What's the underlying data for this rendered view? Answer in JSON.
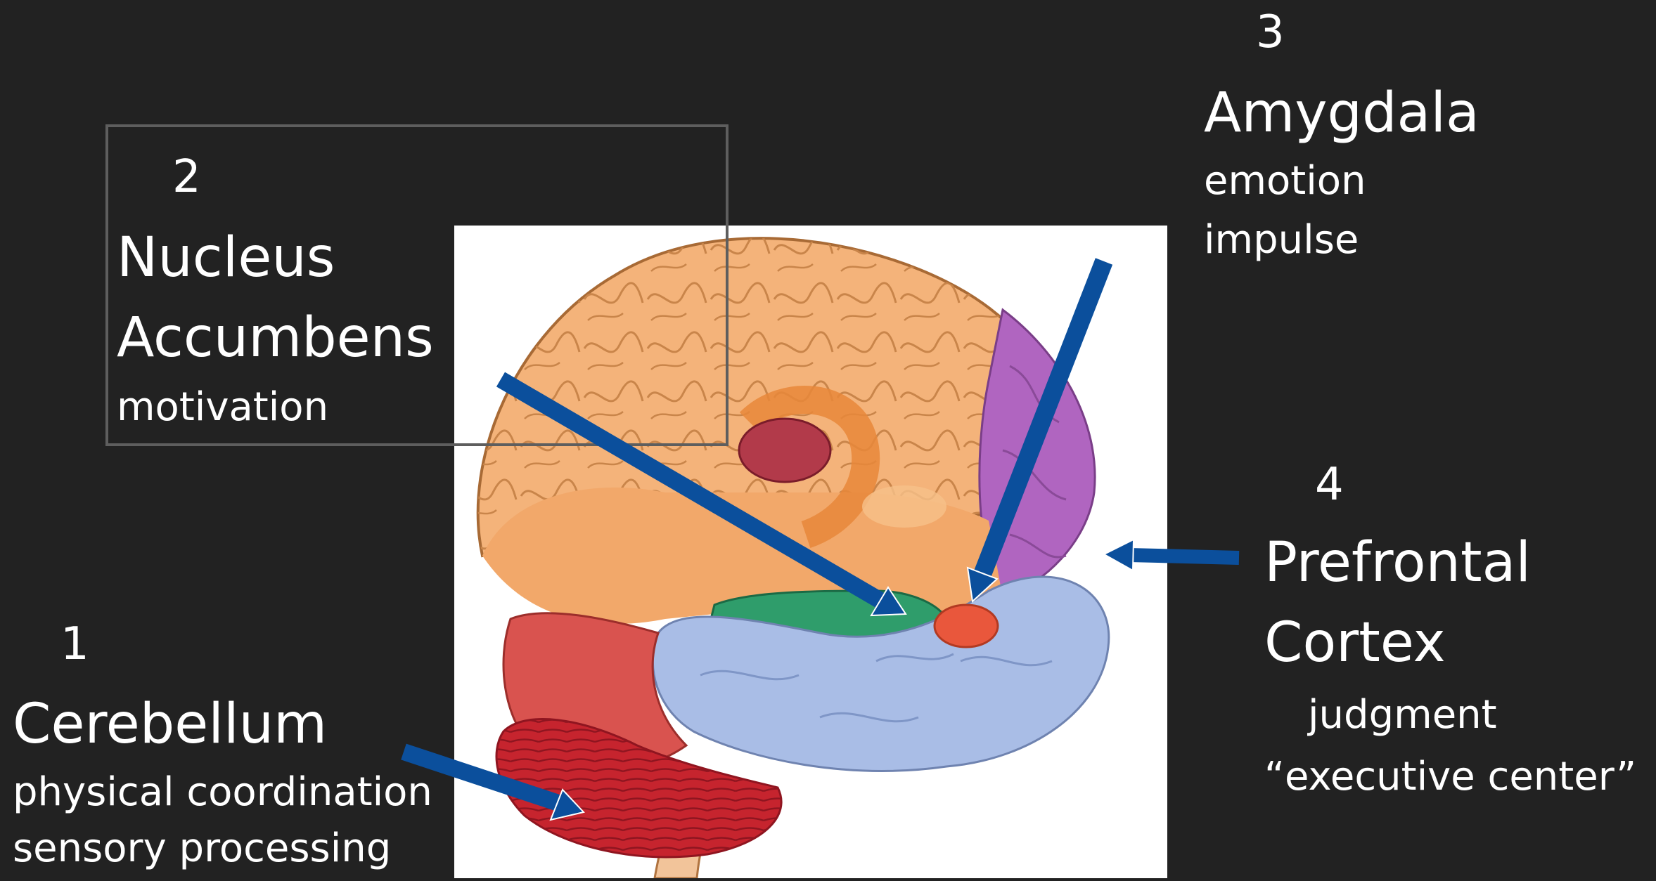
{
  "labels": {
    "cerebellum": {
      "number": "1",
      "name": "Cerebellum",
      "desc_1": "physical coordination",
      "desc_2": "sensory processing"
    },
    "nucleus_accumbens": {
      "number": "2",
      "name_1": "Nucleus",
      "name_2": "Accumbens",
      "desc": "motivation"
    },
    "amygdala": {
      "number": "3",
      "name": "Amygdala",
      "desc_1": "emotion",
      "desc_2": "impulse"
    },
    "prefrontal_cortex": {
      "number": "4",
      "name_1": "Prefrontal",
      "name_2": "Cortex",
      "desc_1": "judgment",
      "desc_2": "“executive center”"
    }
  },
  "colors": {
    "background": "#222222",
    "text": "#ffffff",
    "arrow": "#0b4f9c",
    "frontal_lobe": "#b065c0",
    "cortex": "#f4b37a",
    "temporal_lobe": "#a9bde6",
    "occipital_lobe": "#d9534f",
    "cerebellum": "#c6242e",
    "hippocampus": "#2f9d6b",
    "amygdala": "#e9573c"
  }
}
